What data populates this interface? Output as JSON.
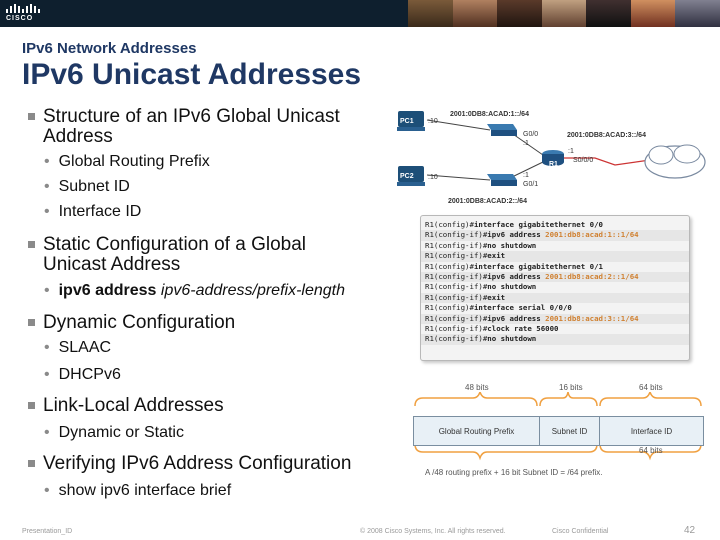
{
  "header": {
    "logo_text": "CISCO",
    "subtitle": "IPv6 Network Addresses",
    "title": "IPv6 Unicast Addresses"
  },
  "content": {
    "bullets": [
      {
        "text": "Structure of an IPv6 Global Unicast Address",
        "sub": [
          "Global Routing Prefix",
          "Subnet ID",
          "Interface ID"
        ]
      },
      {
        "text": "Static Configuration of a Global Unicast Address",
        "sub_bold": "ipv6 address",
        "sub_italic": "ipv6-address/prefix-length"
      },
      {
        "text": "Dynamic Configuration",
        "sub": [
          "SLAAC",
          "DHCPv6"
        ]
      },
      {
        "text": "Link-Local Addresses",
        "sub": [
          "Dynamic or Static"
        ]
      },
      {
        "text": "Verifying IPv6 Address Configuration",
        "sub": [
          "show ipv6 interface brief"
        ]
      }
    ]
  },
  "topology": {
    "pc1": "PC1",
    "pc2": "PC2",
    "router": "R1",
    "g00_net": "2001:0DB8:ACAD:1::/64",
    "g01_net": "2001:0DB8:ACAD:2::/64",
    "s000_net": "2001:0DB8:ACAD:3::/64",
    "pc1_host": ":10",
    "pc2_host": ":10",
    "g00": "G0/0",
    "g01": "G0/1",
    "s000": "S0/0/0",
    "g00_addr": ":1",
    "g01_addr": ":1",
    "s000_addr": ":1"
  },
  "config": [
    {
      "prompt": "R1(config)#",
      "cmd": "interface gigabitethernet 0/0",
      "addr": ""
    },
    {
      "prompt": "R1(config-if)#",
      "cmd": "ipv6 address ",
      "addr": "2001:db8:acad:1::1/64"
    },
    {
      "prompt": "R1(config-if)#",
      "cmd": "no shutdown",
      "addr": ""
    },
    {
      "prompt": "R1(config-if)#",
      "cmd": "exit",
      "addr": ""
    },
    {
      "prompt": "R1(config)#",
      "cmd": "interface gigabitethernet 0/1",
      "addr": ""
    },
    {
      "prompt": "R1(config-if)#",
      "cmd": "ipv6 address ",
      "addr": "2001:db8:acad:2::1/64"
    },
    {
      "prompt": "R1(config-if)#",
      "cmd": "no shutdown",
      "addr": ""
    },
    {
      "prompt": "R1(config-if)#",
      "cmd": "exit",
      "addr": ""
    },
    {
      "prompt": "R1(config)#",
      "cmd": "interface serial 0/0/0",
      "addr": ""
    },
    {
      "prompt": "R1(config-if)#",
      "cmd": "ipv6 address ",
      "addr": "2001:db8:acad:3::1/64"
    },
    {
      "prompt": "R1(config-if)#",
      "cmd": "clock rate 56000",
      "addr": ""
    },
    {
      "prompt": "R1(config-if)#",
      "cmd": "no shutdown",
      "addr": ""
    }
  ],
  "structure": {
    "bits_grp": "48 bits",
    "bits_subnet": "16 bits",
    "bits_iface": "64 bits",
    "box_grp": "Global Routing Prefix",
    "box_subnet": "Subnet ID",
    "box_iface": "Interface ID",
    "bits_64": "64 bits",
    "caption": "A /48 routing prefix + 16 bit Subnet ID = /64 prefix."
  },
  "footer": {
    "left": "Presentation_ID",
    "center": "© 2008 Cisco Systems, Inc. All rights reserved.",
    "right": "Cisco Confidential",
    "page": "42"
  },
  "colors": {
    "title": "#1f3864",
    "config_addr": "#d08030",
    "structure_orange": "#f0a040",
    "structure_box": "#e8f0f6"
  }
}
